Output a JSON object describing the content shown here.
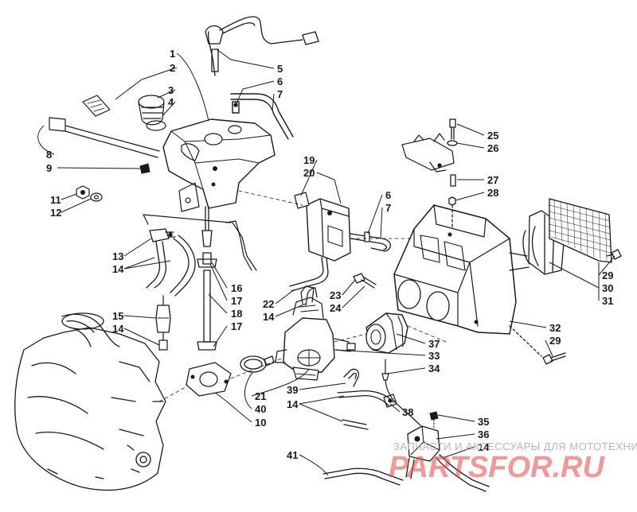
{
  "diagram": {
    "parts": [
      {
        "id": "p1",
        "label": "1"
      },
      {
        "id": "p2",
        "label": "2"
      },
      {
        "id": "p3",
        "label": "3"
      },
      {
        "id": "p4",
        "label": "4"
      },
      {
        "id": "p5",
        "label": "5"
      },
      {
        "id": "p6a",
        "label": "6"
      },
      {
        "id": "p7a",
        "label": "7"
      },
      {
        "id": "p8",
        "label": "8"
      },
      {
        "id": "p9",
        "label": "9"
      },
      {
        "id": "p11",
        "label": "11"
      },
      {
        "id": "p12",
        "label": "12"
      },
      {
        "id": "p13",
        "label": "13"
      },
      {
        "id": "p14a",
        "label": "14"
      },
      {
        "id": "p15",
        "label": "15"
      },
      {
        "id": "p14b",
        "label": "14"
      },
      {
        "id": "p16",
        "label": "16"
      },
      {
        "id": "p17a",
        "label": "17"
      },
      {
        "id": "p18",
        "label": "18"
      },
      {
        "id": "p17b",
        "label": "17"
      },
      {
        "id": "p19",
        "label": "19"
      },
      {
        "id": "p20",
        "label": "20"
      },
      {
        "id": "p6b",
        "label": "6"
      },
      {
        "id": "p7b",
        "label": "7"
      },
      {
        "id": "p22",
        "label": "22"
      },
      {
        "id": "p14c",
        "label": "14"
      },
      {
        "id": "p23",
        "label": "23"
      },
      {
        "id": "p24",
        "label": "24"
      },
      {
        "id": "p25",
        "label": "25"
      },
      {
        "id": "p26",
        "label": "26"
      },
      {
        "id": "p27",
        "label": "27"
      },
      {
        "id": "p28",
        "label": "28"
      },
      {
        "id": "p29a",
        "label": "29"
      },
      {
        "id": "p30",
        "label": "30"
      },
      {
        "id": "p31",
        "label": "31"
      },
      {
        "id": "p32",
        "label": "32"
      },
      {
        "id": "p29b",
        "label": "29"
      },
      {
        "id": "p37",
        "label": "37"
      },
      {
        "id": "p33",
        "label": "33"
      },
      {
        "id": "p34",
        "label": "34"
      },
      {
        "id": "p21",
        "label": "21"
      },
      {
        "id": "p40",
        "label": "40"
      },
      {
        "id": "p10",
        "label": "10"
      },
      {
        "id": "p39",
        "label": "39"
      },
      {
        "id": "p14d",
        "label": "14"
      },
      {
        "id": "p38",
        "label": "38"
      },
      {
        "id": "p35",
        "label": "35"
      },
      {
        "id": "p36",
        "label": "36"
      },
      {
        "id": "p14e",
        "label": "14"
      },
      {
        "id": "p41",
        "label": "41"
      }
    ]
  },
  "watermark": {
    "tagline": "ЗАПЧАСТИ И АКСЕССУАРЫ ДЛЯ МОТОТЕХНИКИ",
    "logo": "PARTSFOR.RU"
  },
  "colors": {
    "ink": "#1a1a1a",
    "paper": "#ffffff",
    "watermark_red": "#e14646",
    "watermark_grey": "#b5b5b5"
  }
}
